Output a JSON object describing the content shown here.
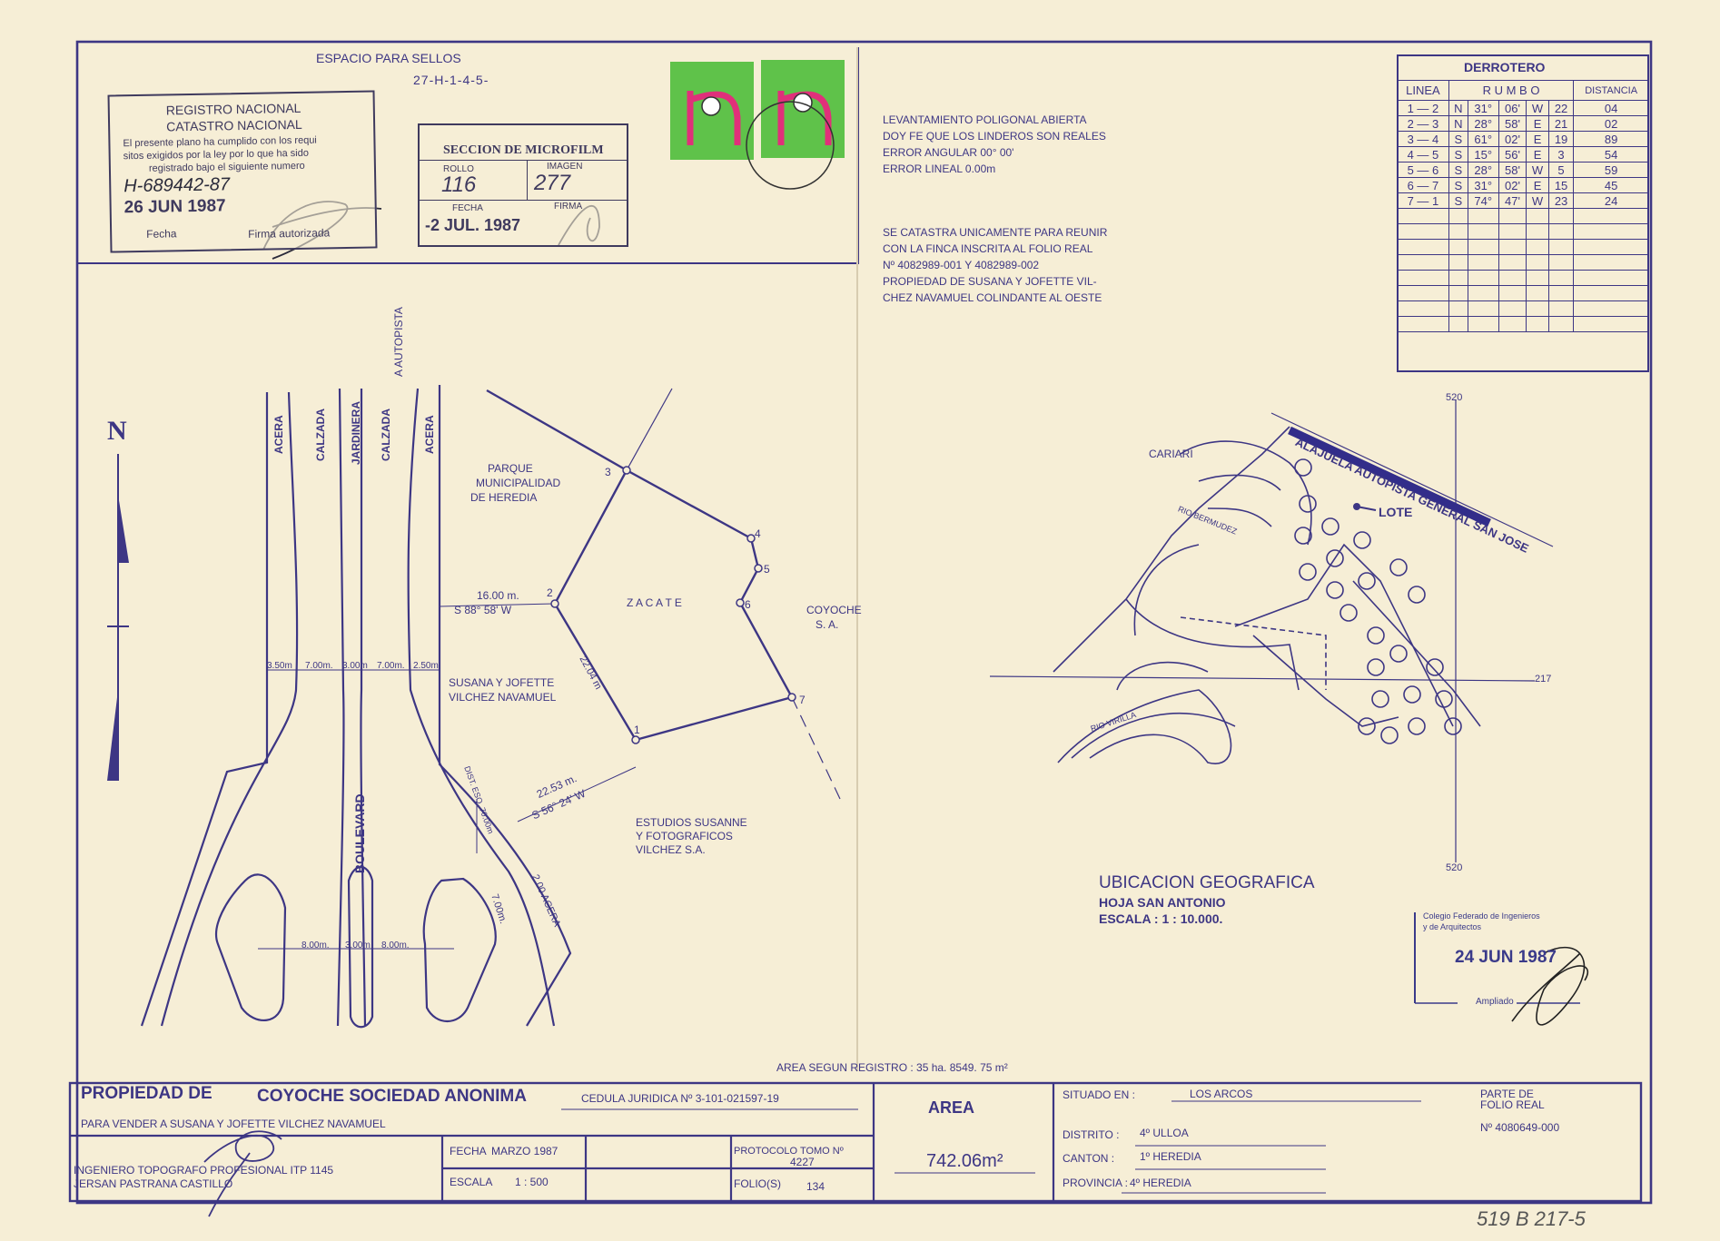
{
  "stamp_area": {
    "title": "ESPACIO   PARA   SELLOS",
    "code": "27-H-1-4-5-"
  },
  "registro": {
    "line1": "REGISTRO NACIONAL",
    "line2": "CATASTRO NACIONAL",
    "body1": "El presente plano ha cumplido con los requi",
    "body2": "sitos exigidos por la ley por lo que ha sido",
    "body3": "registrado bajo el siguiente numero",
    "number": "H-689442-87",
    "date": "26 JUN 1987",
    "fecha_label": "Fecha",
    "firma_label": "Firma autorizada"
  },
  "microfilm": {
    "title": "SECCION DE MICROFILM",
    "rollo_label": "ROLLO",
    "imagen_label": "IMAGEN",
    "rollo": "116",
    "imagen": "277",
    "fecha_label": "FECHA",
    "firma_label": "FIRMA",
    "date": "-2 JUL. 1987"
  },
  "notes": {
    "n1": "LEVANTAMIENTO POLIGONAL ABIERTA",
    "n2": "DOY FE QUE LOS LINDEROS SON REALES",
    "n3": "ERROR  ANGULAR  00° 00'",
    "n4": "ERROR  LINEAL 0.00m",
    "c1": "SE CATASTRA UNICAMENTE PARA REUNIR",
    "c2": "CON LA FINCA INSCRITA AL FOLIO REAL",
    "c3": "Nº 4082989-001 Y 4082989-002",
    "c4": "PROPIEDAD DE SUSANA Y JOFETTE VIL-",
    "c5": "CHEZ NAVAMUEL COLINDANTE AL OESTE"
  },
  "derrotero": {
    "title": "DERROTERO",
    "col_linea": "LINEA",
    "col_rumbo": "R U M B O",
    "col_distancia": "DISTANCIA",
    "rows": [
      {
        "linea": "1 — 2",
        "ns": "N",
        "deg": "31°",
        "min": "06'",
        "ew": "W",
        "m": "22",
        "dm": "04"
      },
      {
        "linea": "2 — 3",
        "ns": "N",
        "deg": "28°",
        "min": "58'",
        "ew": "E",
        "m": "21",
        "dm": "02"
      },
      {
        "linea": "3 — 4",
        "ns": "S",
        "deg": "61°",
        "min": "02'",
        "ew": "E",
        "m": "19",
        "dm": "89"
      },
      {
        "linea": "4 — 5",
        "ns": "S",
        "deg": "15°",
        "min": "56'",
        "ew": "E",
        "m": "3",
        "dm": "54"
      },
      {
        "linea": "5 — 6",
        "ns": "S",
        "deg": "28°",
        "min": "58'",
        "ew": "W",
        "m": "5",
        "dm": "59"
      },
      {
        "linea": "6 — 7",
        "ns": "S",
        "deg": "31°",
        "min": "02'",
        "ew": "E",
        "m": "15",
        "dm": "45"
      },
      {
        "linea": "7 — 1",
        "ns": "S",
        "deg": "74°",
        "min": "47'",
        "ew": "W",
        "m": "23",
        "dm": "24"
      }
    ]
  },
  "plan": {
    "north": "N",
    "acera": "ACERA",
    "calzada": "CALZADA",
    "jardinera": "JARDINERA",
    "autopista": "A AUTOPISTA",
    "boulevard": "BOULEVARD",
    "parque1": "PARQUE",
    "parque2": "MUNICIPALIDAD",
    "parque3": "DE  HEREDIA",
    "zacate": "Z A C A T E",
    "coyoche1": "COYOCHE",
    "coyoche2": "S. A.",
    "susana1": "SUSANA  Y  JOFETTE",
    "susana2": "VILCHEZ  NAVAMUEL",
    "estudios1": "ESTUDIOS  SUSANNE",
    "estudios2": "Y  FOTOGRAFICOS",
    "estudios3": "VILCHEZ  S.A.",
    "dist1": "16.00 m.",
    "rumbo1": "S 88° 58' W",
    "dist2": "22.53 m.",
    "rumbo2": "S 56° 24' W",
    "dist_side": "22.04 m",
    "dist_esq": "DIST. ESQ. 70.00m",
    "dist_acera": "2.00 ACERA",
    "dist_700": "7.00m.",
    "widths": [
      "3.50m",
      "7.00m.",
      "3.00m",
      "7.00m.",
      "2.50m"
    ],
    "widths_low": [
      "8.00m.",
      "3.00m",
      "8.00m."
    ],
    "vertices": [
      "1",
      "2",
      "3",
      "4",
      "5",
      "6",
      "7"
    ],
    "area_registro": "AREA  SEGUN  REGISTRO : 35 ha. 8549. 75 m²"
  },
  "map": {
    "cariari": "CARIARI",
    "rio_bermudez": "RIO  BERMUDEZ",
    "rio_virilla": "RIO  VIRILLA",
    "autopista": "ALAJUELA   AUTOPISTA  GENERAL  SAN  JOSE",
    "lote": "LOTE",
    "grid_top": "520",
    "grid_right": "217",
    "grid_bottom": "520",
    "ubic_title": "UBICACION  GEOGRAFICA",
    "hoja": "HOJA  SAN  ANTONIO",
    "escala": "ESCALA : 1 : 10.000."
  },
  "colegio": {
    "line1": "Colegio Federado de Ingenieros",
    "line2": "y de Arquitectos",
    "date": "24 JUN 1987",
    "ref": "Ampliado"
  },
  "title_block": {
    "prop_label": "PROPIEDAD  DE",
    "prop_name": "COYOCHE   SOCIEDAD   ANONIMA",
    "cedula": "CEDULA  JURIDICA   Nº  3-101-021597-19",
    "vender": "PARA  VENDER  A  SUSANA  Y  JOFETTE  VILCHEZ  NAVAMUEL",
    "ingeniero": "INGENIERO TOPOGRAFO PROFESIONAL  ITP 1145",
    "nombre": "JERSAN  PASTRANA  CASTILLO",
    "fecha_label": "FECHA",
    "fecha": "MARZO 1987",
    "escala_label": "ESCALA",
    "escala": "1 : 500",
    "protocolo_label": "PROTOCOLO  TOMO Nº",
    "protocolo": "4227",
    "folio_label": "FOLIO(S)",
    "folio": "134",
    "area_label": "AREA",
    "area": "742.06m²",
    "situado_label": "SITUADO  EN  :",
    "situado": "LOS  ARCOS",
    "distrito_label": "DISTRITO  :",
    "distrito": "4º  ULLOA",
    "canton_label": "CANTON  :",
    "canton": "1º  HEREDIA",
    "provincia_label": "PROVINCIA :",
    "provincia": "4º  HEREDIA",
    "parte1": "PARTE   DE",
    "parte2": "FOLIO   REAL",
    "folio_real": "Nº  4080649-000"
  },
  "footer_code": "519 B 217-5"
}
